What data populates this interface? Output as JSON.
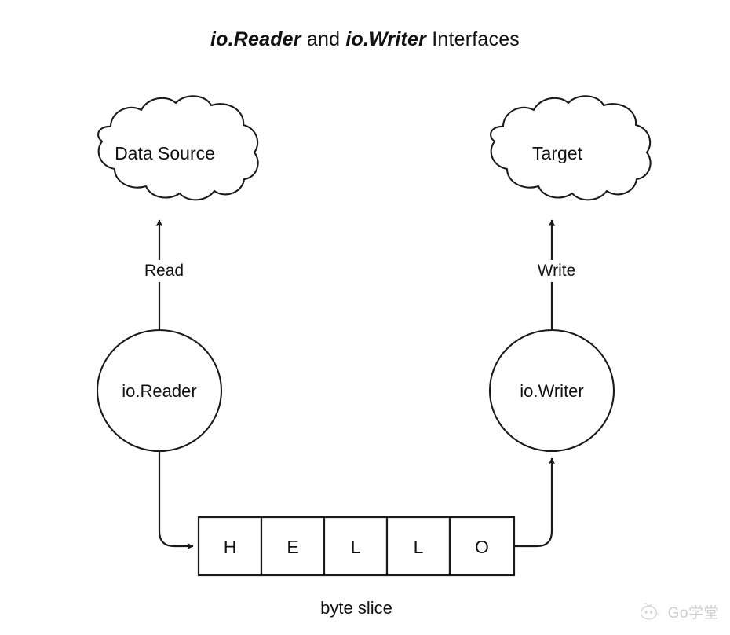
{
  "title": {
    "parts": [
      {
        "text": "io.Reader",
        "style": "italic"
      },
      {
        "text": " and ",
        "style": "normal"
      },
      {
        "text": "io.Writer",
        "style": "italic"
      },
      {
        "text": " Interfaces",
        "style": "normal"
      }
    ],
    "plain": "io.Reader and io.Writer Interfaces"
  },
  "nodes": {
    "data_source_cloud": {
      "label": "Data Source",
      "shape": "cloud"
    },
    "target_cloud": {
      "label": "Target",
      "shape": "cloud"
    },
    "reader_circle": {
      "label": "io.Reader",
      "shape": "ellipse"
    },
    "writer_circle": {
      "label": "io.Writer",
      "shape": "ellipse"
    }
  },
  "edges": {
    "read": {
      "label": "Read",
      "from": "io.Reader",
      "to": "Data Source",
      "direction": "up"
    },
    "write": {
      "label": "Write",
      "from": "io.Writer",
      "to": "Target",
      "direction": "up"
    },
    "reader_to_slice": {
      "label": "",
      "from": "io.Reader",
      "to": "byte slice",
      "direction": "right"
    },
    "slice_to_writer": {
      "label": "",
      "from": "byte slice",
      "to": "io.Writer",
      "direction": "up"
    }
  },
  "byte_slice": {
    "caption": "byte slice",
    "cells": [
      "H",
      "E",
      "L",
      "L",
      "O"
    ]
  },
  "watermark": {
    "text": "Go学堂",
    "icon": "mascot-icon"
  },
  "colors": {
    "background": "#ffffff",
    "stroke": "#1a1a1a",
    "text": "#111111",
    "watermark": "#8a8a8a"
  }
}
